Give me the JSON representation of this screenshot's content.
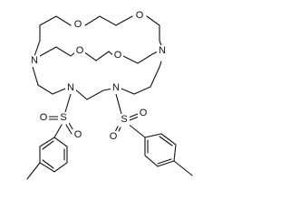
{
  "molecule": {
    "atoms": {
      "oxygen": "O",
      "nitrogen": "N",
      "sulfur": "S"
    }
  },
  "colors": {
    "bond": "#111111",
    "label": "#111111",
    "background": "#ffffff"
  }
}
